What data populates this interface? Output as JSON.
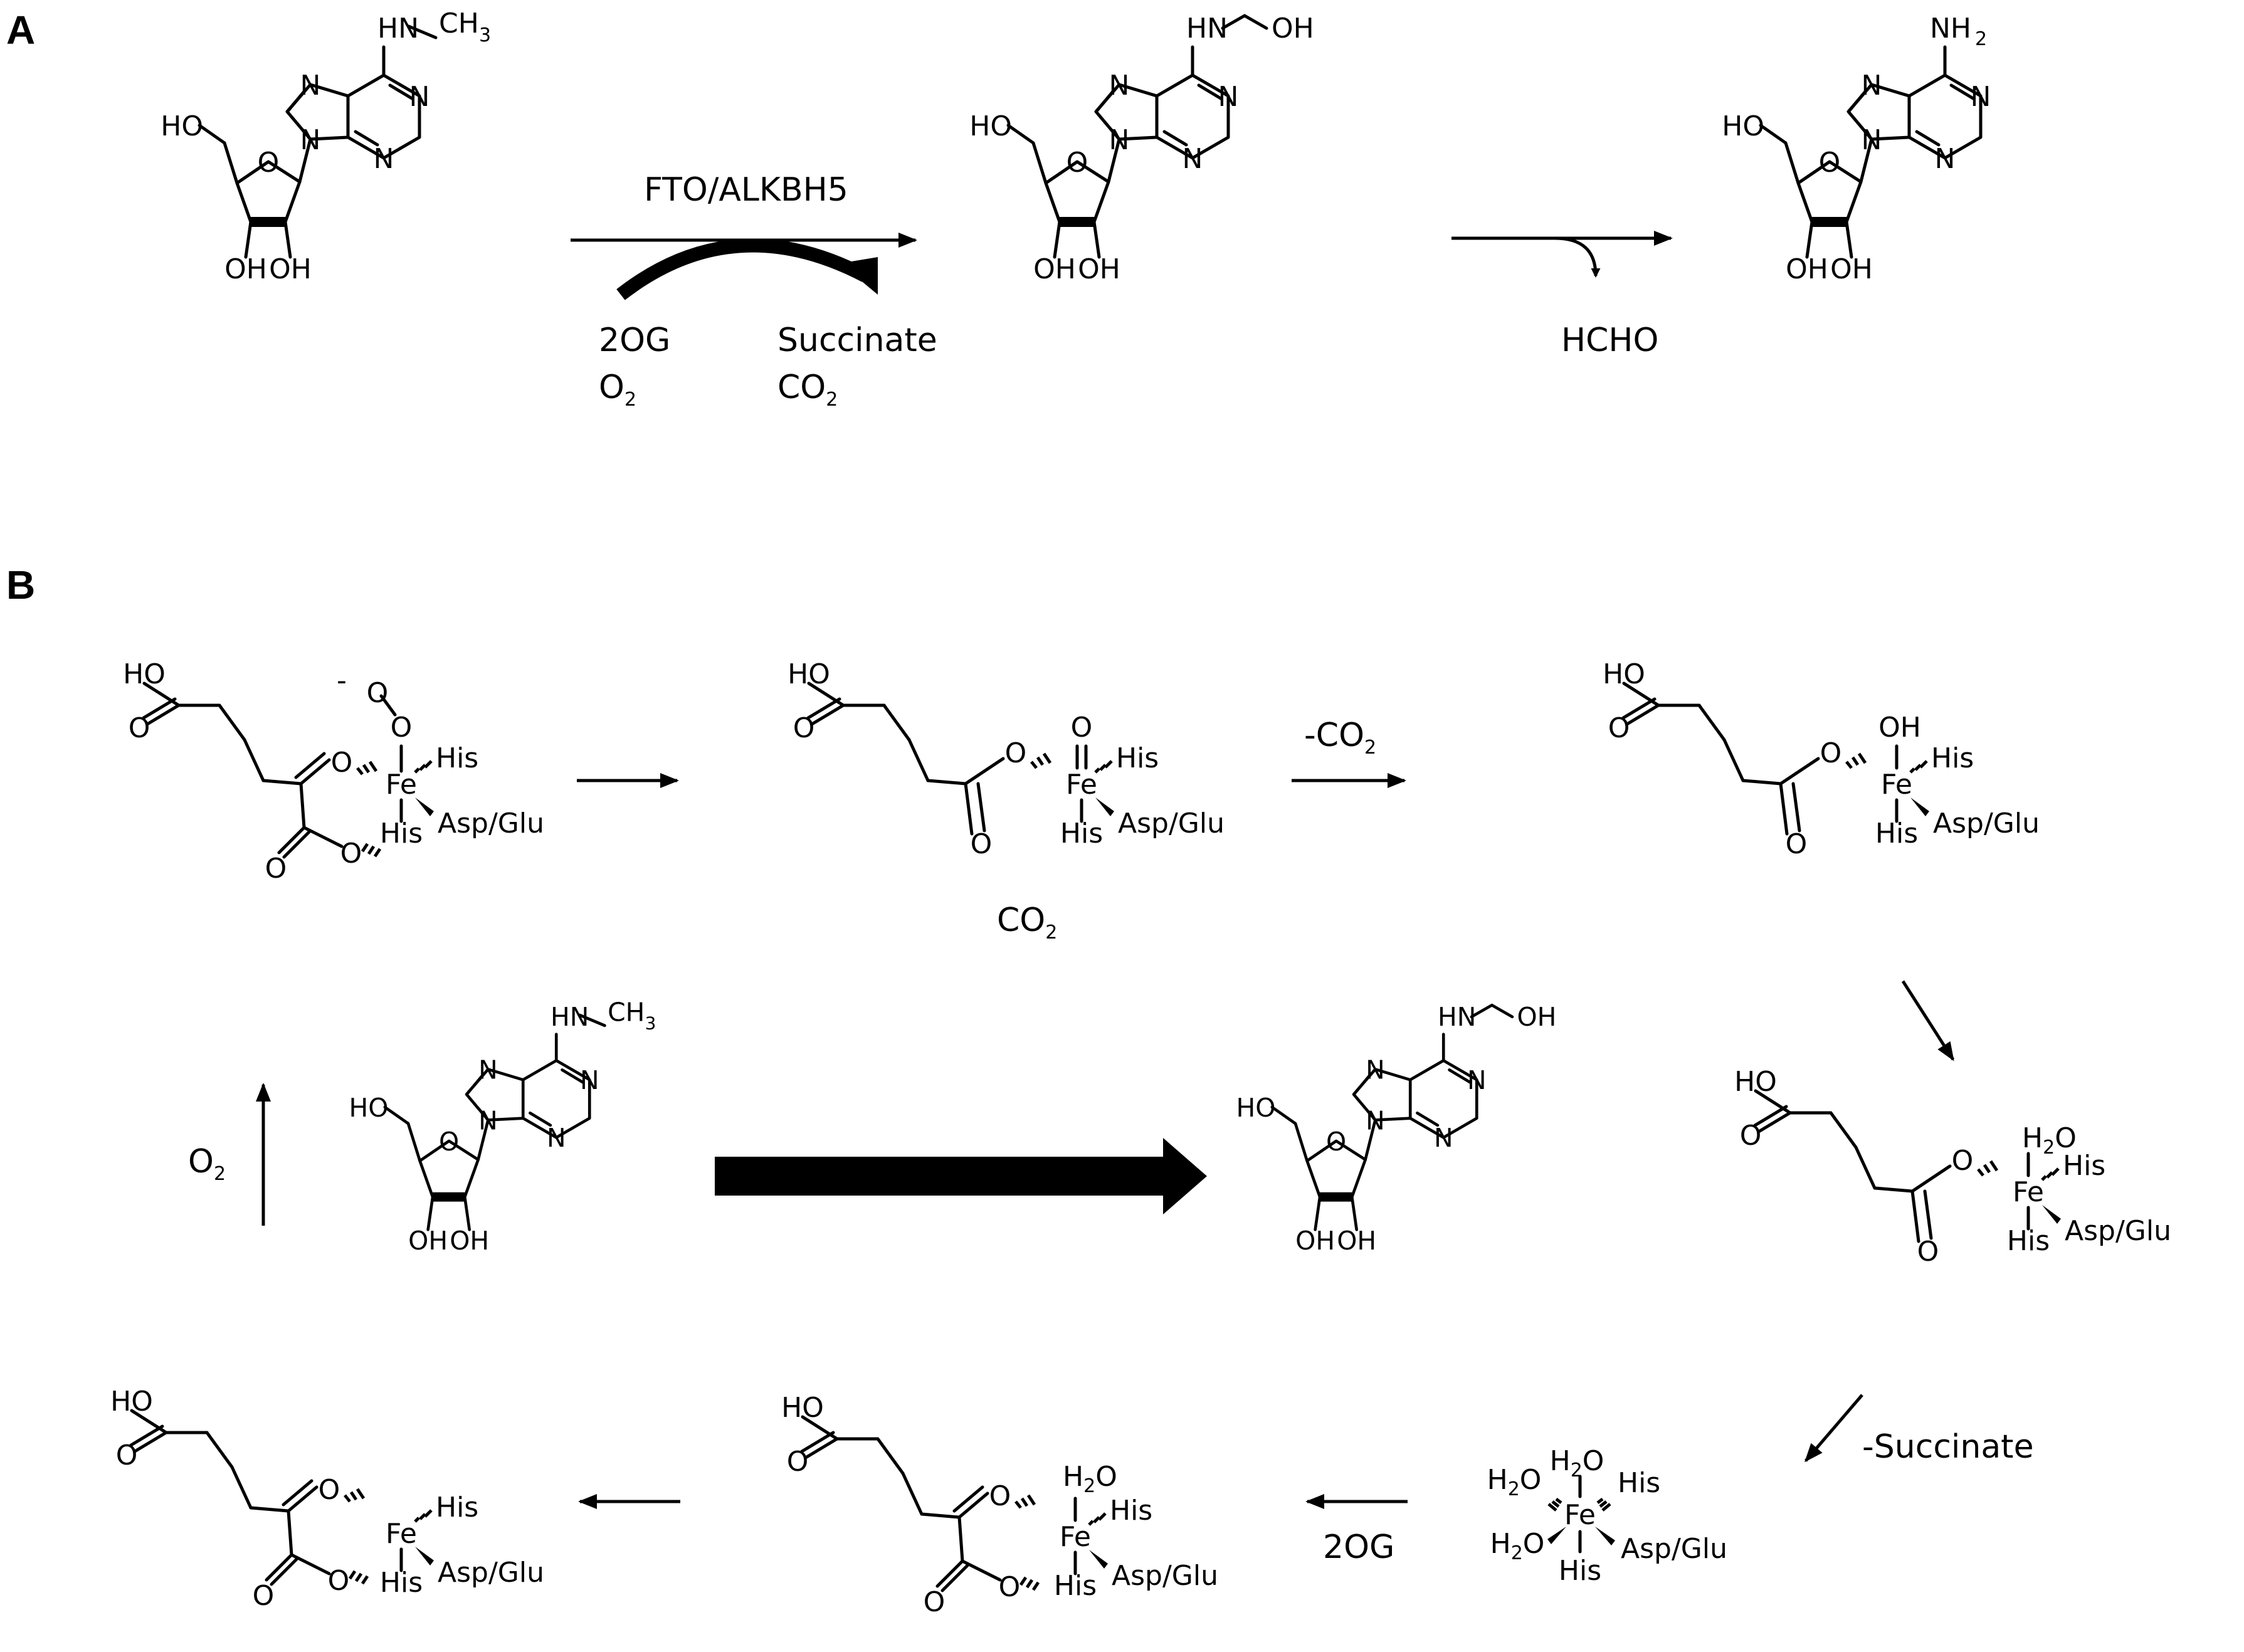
{
  "panel_a": {
    "label": "A",
    "reaction_top": "FTO/ALKBH5",
    "cosub_in_1": "2OG",
    "cosub_in_2a": "O",
    "cosub_in_2b": "2",
    "cosub_out_1": "Succinate",
    "cosub_out_2a": "CO",
    "cosub_out_2b": "2",
    "byproduct": "HCHO"
  },
  "panel_b": {
    "label": "B",
    "step_co2_a": "-CO",
    "step_co2_b": "2",
    "step_o2_a": "O",
    "step_o2_b": "2",
    "step_succinate": "-Succinate",
    "step_2og": "2OG",
    "released_co2_a": "CO",
    "released_co2_b": "2"
  },
  "labels": {
    "his": "His",
    "asp_glu": "Asp/Glu",
    "fe": "Fe",
    "ho": "HO",
    "oh": "OH",
    "o": "O",
    "minus": "-",
    "h": "H",
    "h2": "2",
    "hn": "HN",
    "nh": "NH",
    "n": "N",
    "ch": "CH",
    "three": "3",
    "two": "2"
  },
  "colors": {
    "ink": "#000000",
    "background": "#ffffff"
  }
}
